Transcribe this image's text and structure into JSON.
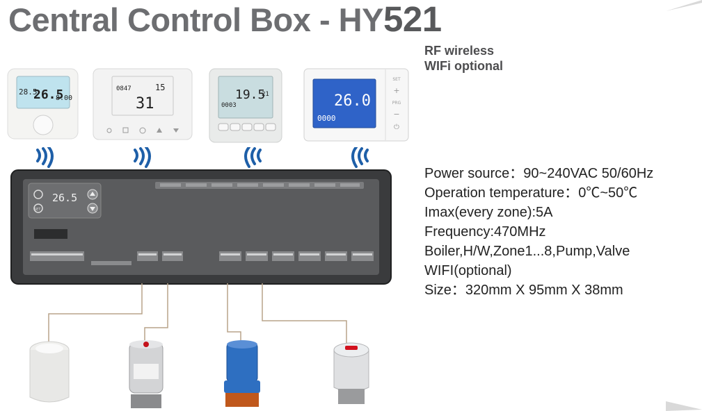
{
  "title": {
    "main": "Central Control  Box - HY",
    "model_number": "521"
  },
  "features": {
    "line1": "RF wireless",
    "line2": "WIFi optional"
  },
  "specs": [
    "Power source：90~240VAC 50/60Hz",
    "Operation temperature：0℃~50℃",
    "Imax(every zone):5A",
    "Frequency:470MHz",
    "Boiler,H/W,Zone1...8,Pump,Valve",
    "WIFI(optional)",
    "Size：320mm X 95mm X 38mm"
  ],
  "thermostats": [
    {
      "display_main": "26.5",
      "display_left": "28.5",
      "display_right": "8:00",
      "screen_color": "#bfe3ee"
    },
    {
      "display_main": "31",
      "display_top": "15",
      "display_left": "0847",
      "screen_color": "#f2f2f2"
    },
    {
      "display_main": "19.5",
      "display_right": "21",
      "display_left": "0003",
      "screen_color": "#c9dde0"
    },
    {
      "display_main": "26.0",
      "display_left": "0000",
      "screen_color": "#2f63c8",
      "side_labels": [
        "SET",
        "+",
        "PRG",
        "−",
        "⏻"
      ]
    }
  ],
  "control_box": {
    "display_value": "26.5",
    "button_label": "SET",
    "body_color": "#3a3b3d"
  },
  "colors": {
    "signal": "#1e5fa8",
    "title": "#6d6e71"
  },
  "icons": [
    "wifi-signal-icon",
    "power-icon",
    "up-arrow-icon",
    "down-arrow-icon"
  ]
}
